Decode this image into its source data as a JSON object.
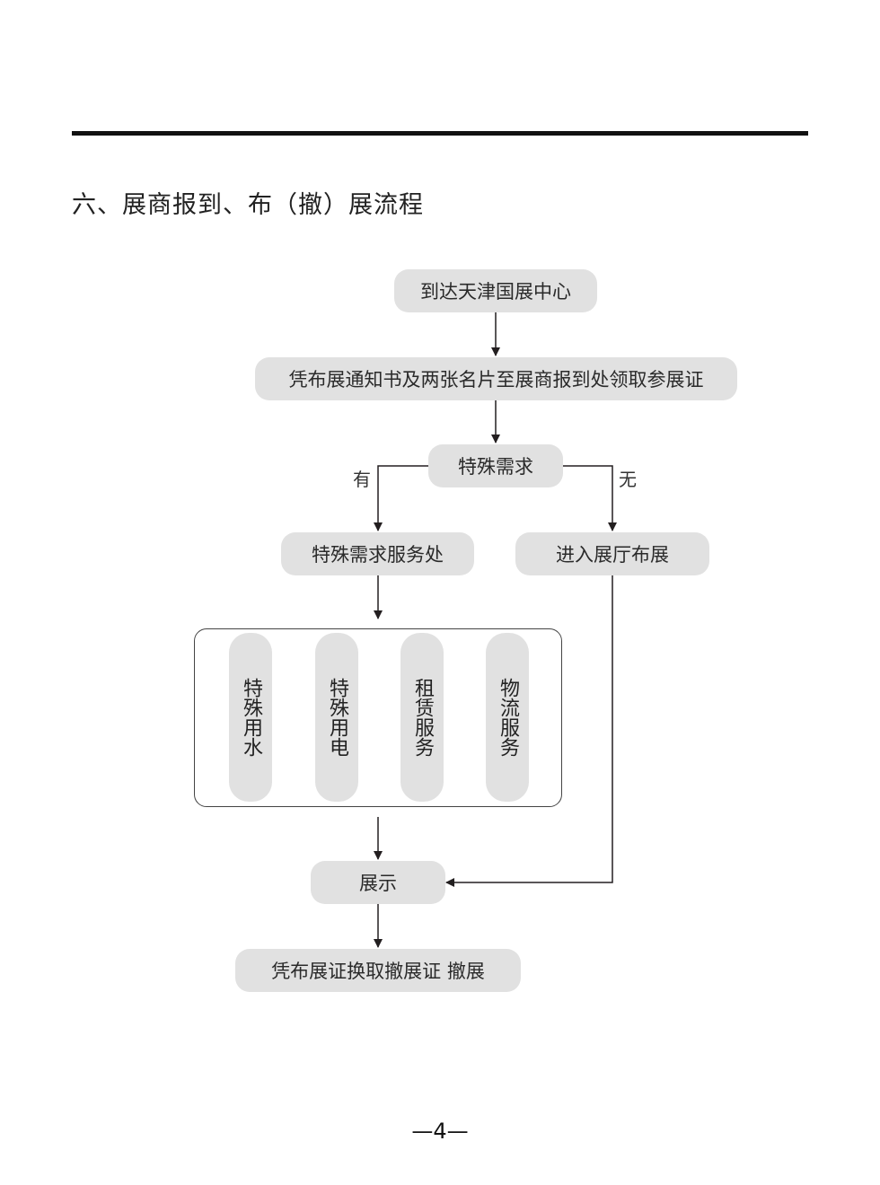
{
  "heading": "六、展商报到、布（撤）展流程",
  "flow": {
    "arrive": "到达天津国展中心",
    "register": "凭布展通知书及两张名片至展商报到处领取参展证",
    "special_needs": "特殊需求",
    "branch_yes": "有",
    "branch_no": "无",
    "special_service": "特殊需求服务处",
    "enter_hall": "进入展厅布展",
    "services": [
      "特殊用水",
      "特殊用电",
      "租赁服务",
      "物流服务"
    ],
    "exhibit": "展示",
    "dismantle": "凭布展证换取撤展证  撤展"
  },
  "page_number": "—4—"
}
